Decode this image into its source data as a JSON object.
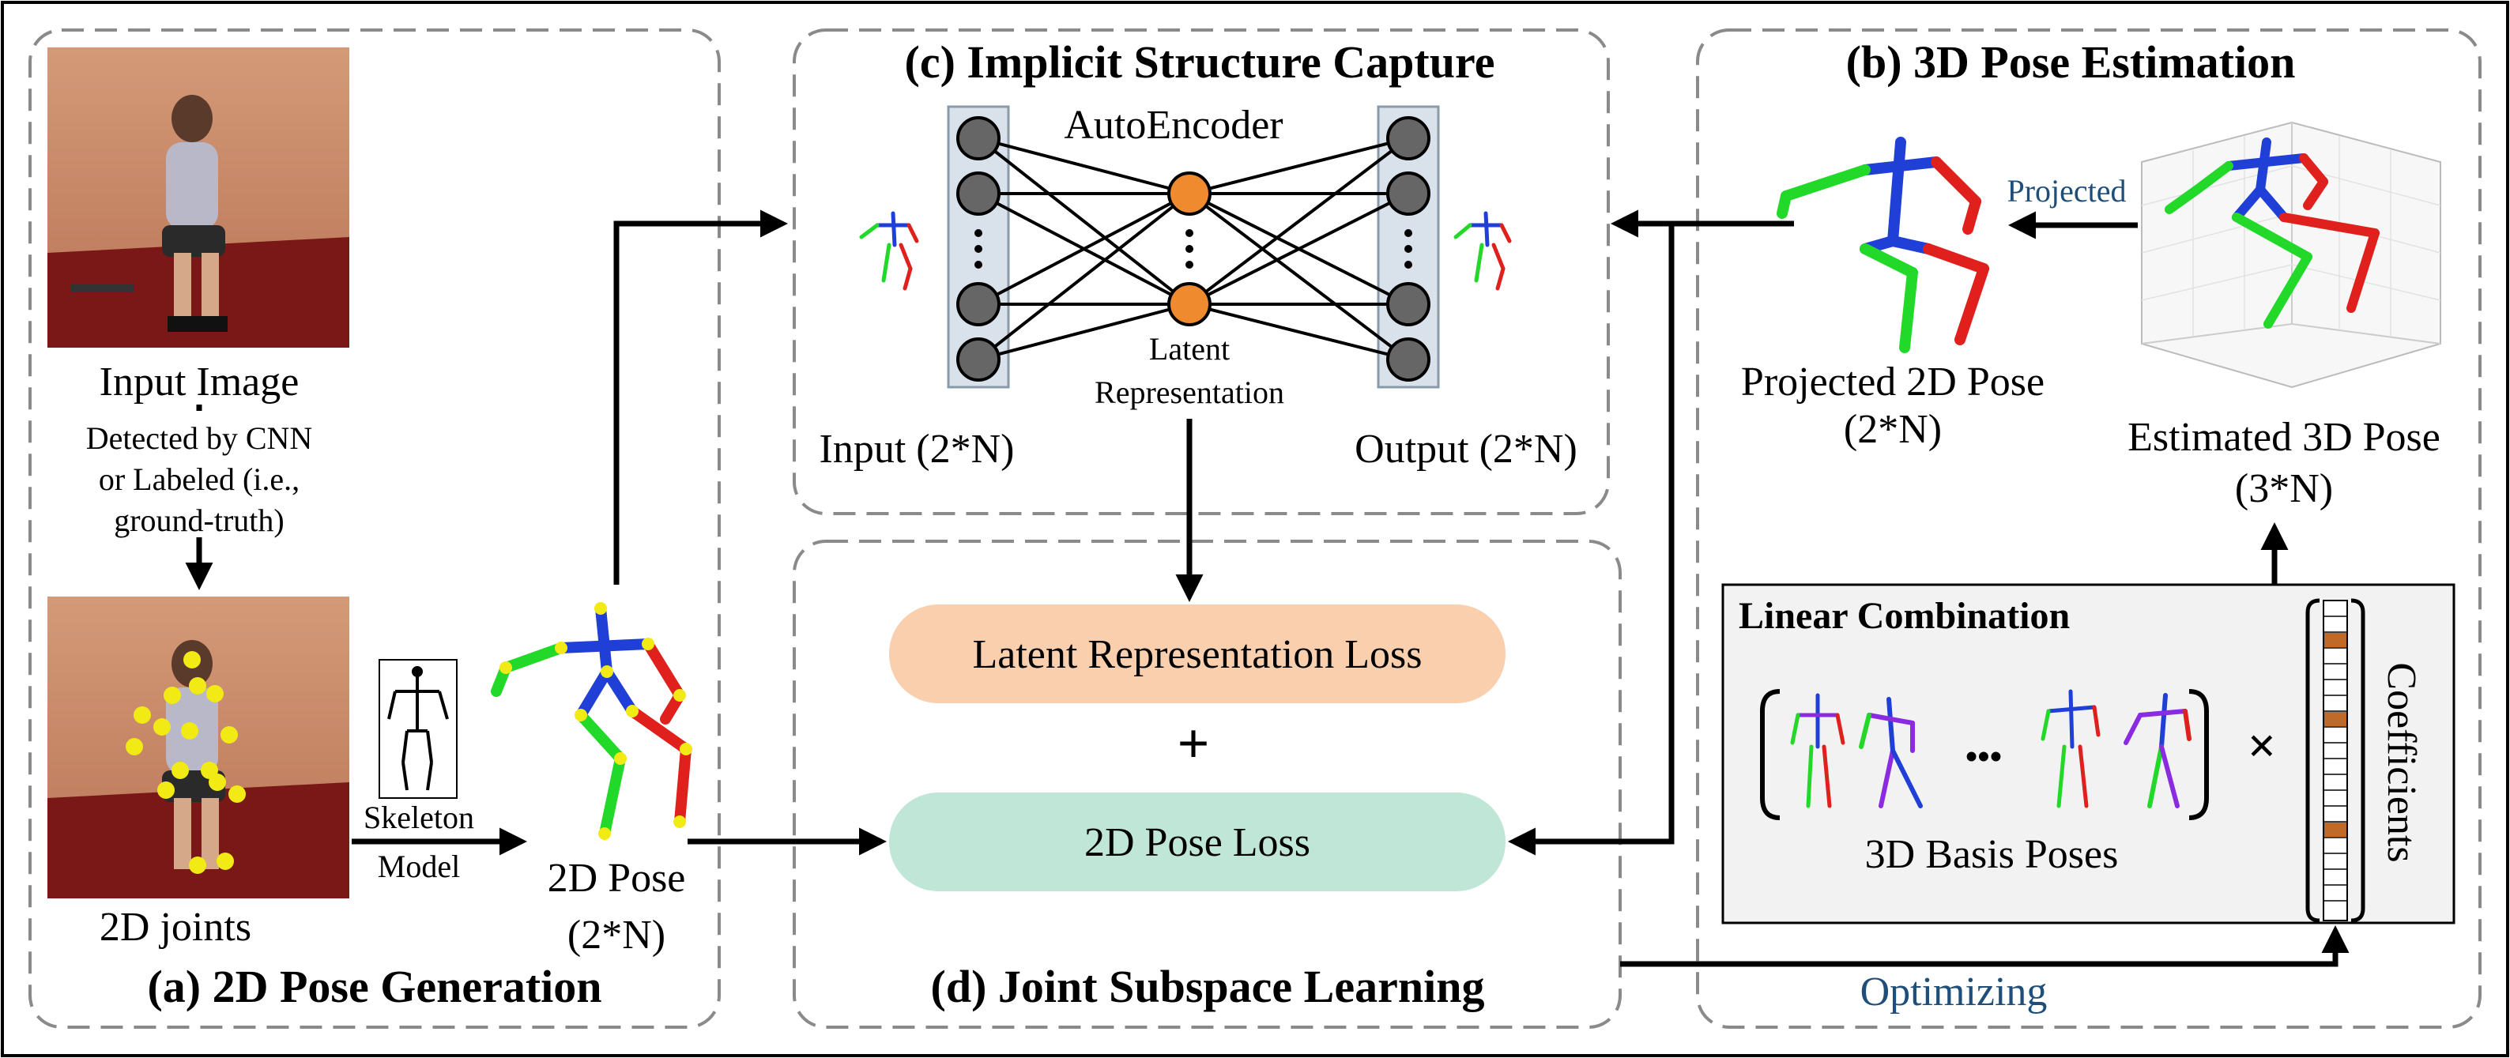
{
  "panels": {
    "a": {
      "title": "(a) 2D Pose Generation"
    },
    "b": {
      "title": "(b) 3D Pose Estimation"
    },
    "c": {
      "title": "(c) Implicit Structure Capture"
    },
    "d": {
      "title": "(d) Joint Subspace Learning"
    }
  },
  "pose_generation": {
    "input_image_label": "Input Image",
    "detected_line1": "Detected by CNN",
    "detected_line2": "or Labeled (i.e.,",
    "detected_line3": "ground-truth)",
    "joints_label": "2D joints",
    "skeleton_line1": "Skeleton",
    "skeleton_line2": "Model",
    "pose2d_line1": "2D Pose",
    "pose2d_line2": "(2*N)"
  },
  "autoencoder": {
    "label": "AutoEncoder",
    "latent_line1": "Latent",
    "latent_line2": "Representation",
    "input_label": "Input (2*N)",
    "output_label": "Output (2*N)"
  },
  "losses": {
    "latent_loss": "Latent Representation Loss",
    "plus": "+",
    "pose_loss": "2D Pose Loss"
  },
  "estimation": {
    "projected_arrow_label": "Projected",
    "projected_line1": "Projected 2D Pose",
    "projected_line2": "(2*N)",
    "estimated_line1": "Estimated 3D Pose",
    "estimated_line2": "(3*N)",
    "linear_combination": "Linear Combination",
    "ellipsis": "•••",
    "times": "×",
    "basis_label": "3D Basis Poses",
    "coefficients_label": "Coefficients",
    "optimizing_label": "Optimizing"
  },
  "colors": {
    "latent_loss_fill": "#f9cfae",
    "pose_loss_fill": "#bfe6d6",
    "encoder_node": "#666666",
    "latent_node": "#f08a2e",
    "limb_blue": "#1f3fd6",
    "limb_green": "#22d92a",
    "limb_red": "#e0201c",
    "joint_yellow": "#f1ea14",
    "photo_wall": "#c9886a",
    "photo_floor": "#7a1818",
    "coef_highlight": "#c06a2a",
    "label_blue": "#1f4e79"
  }
}
